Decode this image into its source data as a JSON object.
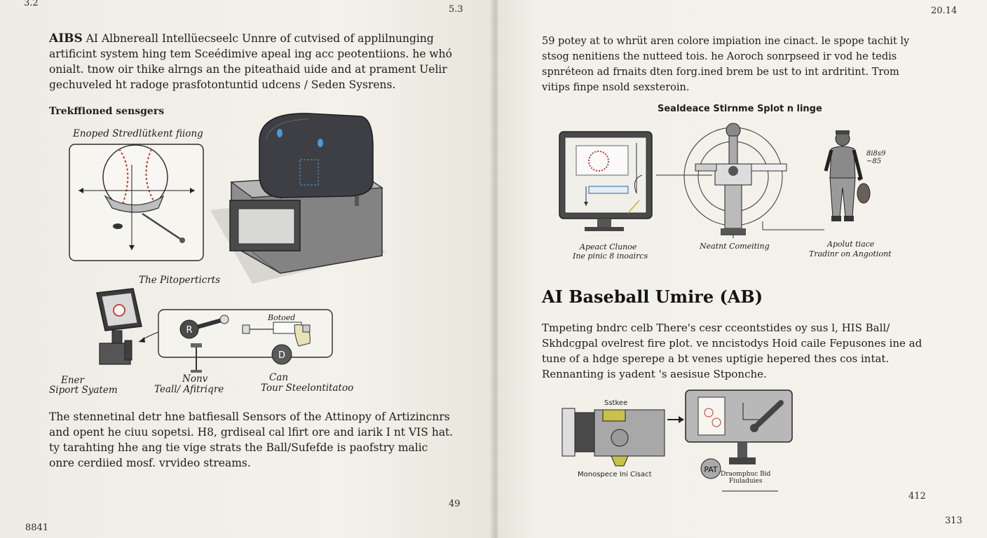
{
  "left_page": {
    "corner_top_left": "3.2",
    "header_page_number": "5.3",
    "intro": {
      "lead": "AIBS",
      "text": "AI Albnereall Intellüecseelc Unnre of cutvised of applilnunging artificint system hing tem Sceédimive apeal ing acc peotentiions. he whó onialt. tnow oir thike alrngs an the piteathaid uide and at prament Uelir gechuveled ht radoge prasfotontuntid udcens / Seden Sysrens."
    },
    "section_heading": "Trekffioned sensgers",
    "fig_caption_1": "Enoped Stredlütkent fiiong",
    "fig_caption_2": "The Pitoperticrts",
    "labels": {
      "r_knob": "R",
      "d_knob": "D",
      "bottom_box": "Botoed",
      "ener": "Ener",
      "sport_system": "Siport Syatem",
      "nonv": "Nonv",
      "teall": "Teall/ Afitriqre",
      "can": "Can",
      "tour": "Tour Steelontitatoo"
    },
    "closing": "The stennetinal detr hne batfiesall Sensors of the Attinopy of Artizincnrs and opent he ciuu sopetsi. H8, grdiseal cal lfirt ore and iarik I nt VIS hat. ty tarahting hhe ang tie vige strats the Ball/Sufefde is paofstry malic onre cerdiied mosf. vrvideo streams.",
    "footer_page_number": "49",
    "corner_bottom_left": "8841"
  },
  "right_page": {
    "header_page_number": "20.14",
    "intro": "59 potey at to whrüt aren colore impiation ine cinact. le spope tachit ly stsog nenitiens the nutteed tois. he Aoroch sonrpseed ir vod he tedis spnréteon ad frnaits dten forg.ined brem be ust to int ardritint. Trom vitips finpe nsold sexsteroin.",
    "fig_title": "Sealdeace Stirnme Splot n linge",
    "fig_labels": {
      "monitor": "Apeact Clunoe",
      "monitor_sub": "Ine pinic 8 inoaircs",
      "center": "Neatnt Comeiting",
      "player": "Apolut tiace",
      "player_sub": "Tradinr on Angotiont",
      "tag": "8i8s9\n~85"
    },
    "heading": "AI Baseball Umire (AB)",
    "body": "Tmpeting bndrc celb There's cesr cceontstides oy sus l, HIS Ball/ Skhdcgpal ovelrest fire plot. ve nncistodys Hoid caile Fepusones ine ad tune of a hdge sperepe a bt venes uptigie hepered thes cos intat. Rennanting is yadent 's aesisue Stponche.",
    "diagram_labels": {
      "top": "Sstkee",
      "left": "Monospece Ini Cisact",
      "right": "Draomphuc Bid\nFiuladuies",
      "badge": "PAT"
    },
    "inner_page_number": "412",
    "corner_bottom_right": "313"
  },
  "colors": {
    "paper": "#f2f0e9",
    "ink": "#1c1c1a",
    "device_dark": "#3e3f44",
    "device_gray": "#8b8b8b",
    "accent_blue": "#4b9ad8",
    "stitch_red": "#c6352e",
    "yellow": "#c9c24a"
  }
}
